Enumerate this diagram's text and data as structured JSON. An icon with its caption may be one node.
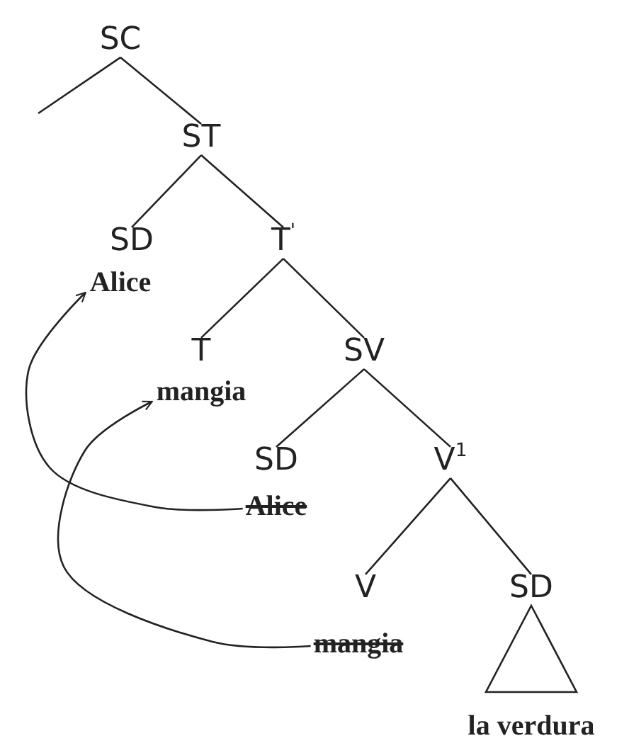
{
  "diagram": {
    "nodes": [
      {
        "text": [
          "SC"
        ]
      },
      {
        "text": [
          "ST"
        ]
      },
      {
        "text": [
          "SD"
        ]
      },
      {
        "text": [
          "Alice"
        ]
      },
      {
        "text": [
          "T$^{'}$"
        ]
      },
      {
        "text": [
          "T"
        ]
      },
      {
        "text": [
          "mangia"
        ]
      },
      {
        "text": [
          "SV"
        ]
      },
      {
        "text": [
          "SD"
        ]
      },
      {
        "text": [
          "Alice"
        ]
      },
      {
        "text": [
          "V$^{1}$"
        ]
      },
      {
        "text": [
          "V"
        ]
      },
      {
        "text": [
          "SD"
        ]
      },
      {
        "text": [
          "la verdura"
        ]
      },
      {
        "text": [
          "mangia"
        ]
      }
    ],
    "edges": [
      {
        "from": 0,
        "to": null,
        "arrow": "none"
      },
      {
        "from": 0,
        "to": 1,
        "arrow": "none"
      },
      {
        "from": 1,
        "to": 2,
        "arrow": "none"
      },
      {
        "from": 1,
        "to": 4,
        "arrow": "none"
      },
      {
        "from": 4,
        "to": 5,
        "arrow": "none"
      },
      {
        "from": 4,
        "to": 7,
        "arrow": "none"
      },
      {
        "from": 7,
        "to": 8,
        "arrow": "none"
      },
      {
        "from": 7,
        "to": 10,
        "arrow": "none"
      },
      {
        "from": 10,
        "to": 11,
        "arrow": "none"
      },
      {
        "from": 10,
        "to": 12,
        "arrow": "none"
      },
      {
        "from": 9,
        "to": 3,
        "arrow": "to"
      },
      {
        "from": 14,
        "to": 6,
        "arrow": "to"
      }
    ]
  }
}
